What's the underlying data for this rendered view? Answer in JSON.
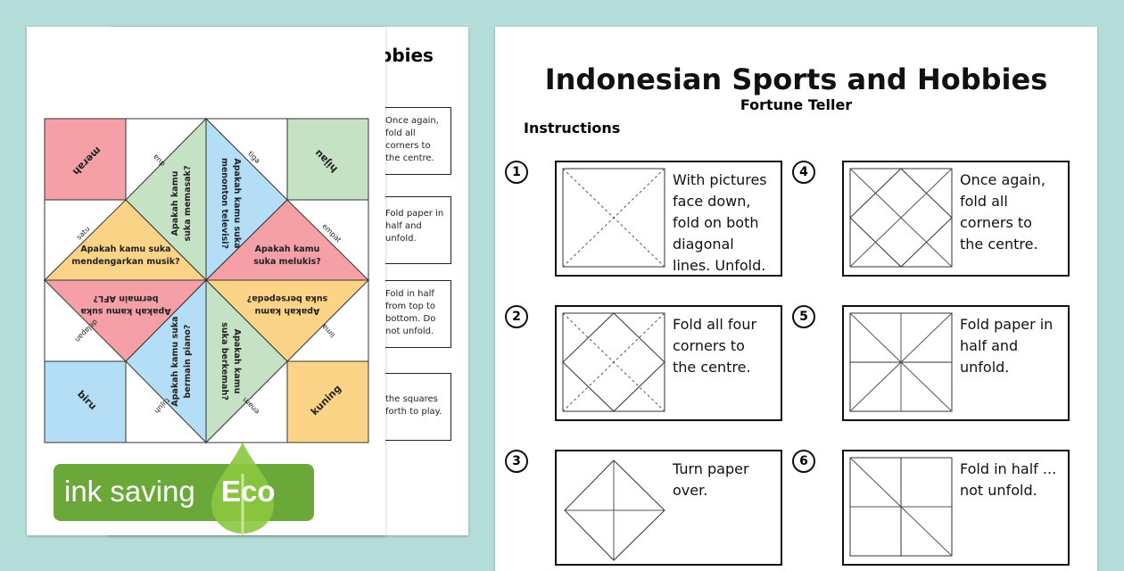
{
  "back_page": {
    "title_fragment": "bbies",
    "steps": [
      "Once again, fold all corners to the centre.",
      "Fold paper in half and unfold.",
      "Fold in half from top to bottom. Do not unfold.",
      "the squares forth to play."
    ]
  },
  "fortune_teller": {
    "colors": {
      "pink": "#f4a0a6",
      "green": "#c6e2c5",
      "blue": "#b4ddf6",
      "orange": "#fcd488"
    },
    "corners": [
      "merah",
      "hijau",
      "biru",
      "kuning"
    ],
    "numbers": [
      "satu",
      "dua",
      "tiga",
      "empat",
      "lima",
      "enam",
      "tujuh",
      "delapan"
    ],
    "questions": {
      "memasak": [
        "Apakah kamu",
        "suka memasak?"
      ],
      "televisi": [
        "Apakah kamu suka",
        "menonton televisi?"
      ],
      "melukis": [
        "Apakah kamu",
        "suka melukis?"
      ],
      "bersepeda": [
        "Apakah kamu",
        "suka bersepeda?"
      ],
      "berkemah": [
        "Apakah kamu",
        "suka berkemah?"
      ],
      "piano": [
        "Apakah kamu suka",
        "bermain piano?"
      ],
      "afl": [
        "Apakah kamu suka",
        "bermain AFL?"
      ],
      "musik": [
        "Apakah kamu suka",
        "mendengarkan musik?"
      ]
    }
  },
  "main": {
    "title": "Indonesian Sports and Hobbies",
    "subtitle": "Fortune Teller",
    "instructions_label": "Instructions",
    "steps": [
      {
        "n": "1",
        "text": "With pictures face down, fold on both diagonal lines. Unfold."
      },
      {
        "n": "2",
        "text": "Fold all four corners to the centre."
      },
      {
        "n": "3",
        "text": "Turn paper over."
      },
      {
        "n": "4",
        "text": "Once again, fold all corners to the centre."
      },
      {
        "n": "5",
        "text": "Fold paper in half and unfold."
      },
      {
        "n": "6",
        "text": "Fold in half ... not unfold."
      }
    ]
  },
  "badge": {
    "label": "ink saving",
    "eco": "Eco",
    "color": "#6aa83a"
  }
}
